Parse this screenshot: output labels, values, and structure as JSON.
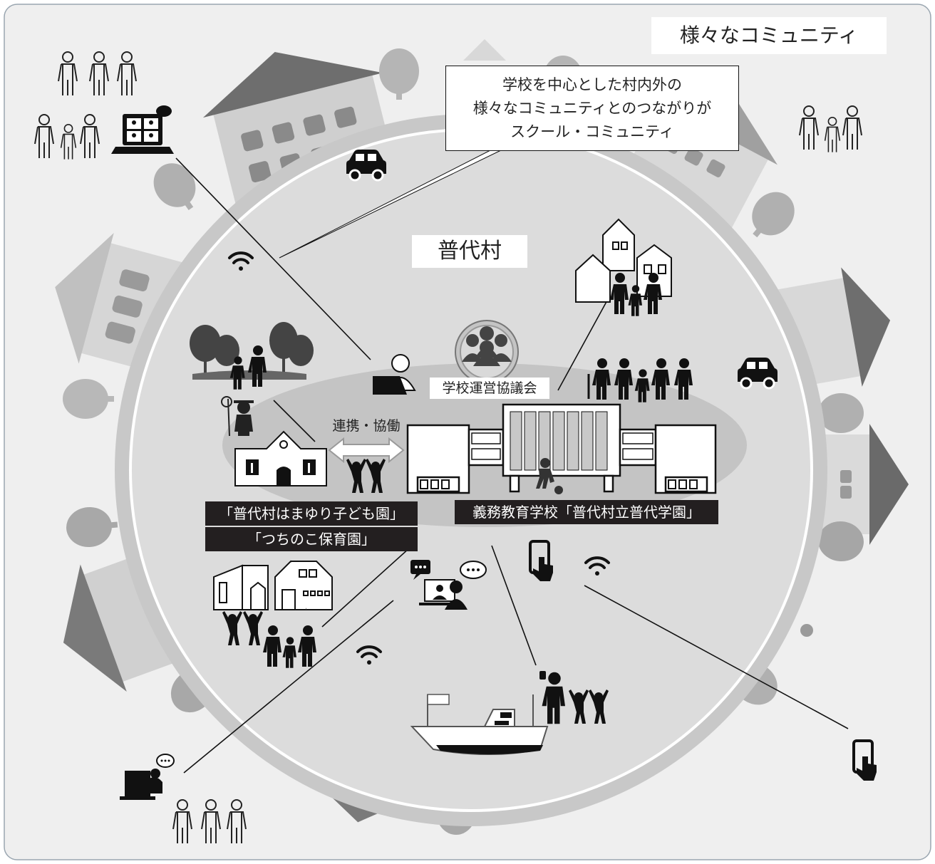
{
  "outer_title": "様々なコミュニティ",
  "callout_lines": [
    "学校を中心とした村内外の",
    "様々なコミュニティとのつながりが",
    "スクール・コミュニティ"
  ],
  "village_name": "普代村",
  "school_council_label": "学校運営協議会",
  "cooperation_label": "連携・協働",
  "school_label": "義務教育学校「普代村立普代学園」",
  "kindergarten_label": "「普代村はまゆり子ども園」",
  "nursery_label": "「つちのこ保育園」"
}
